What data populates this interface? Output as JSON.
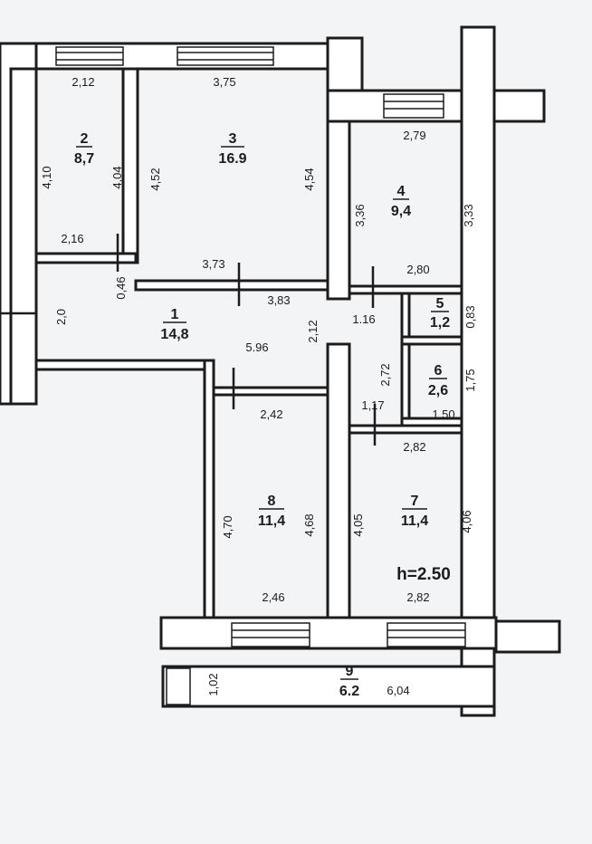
{
  "rooms": [
    {
      "id": "1",
      "area": "14,8"
    },
    {
      "id": "2",
      "area": "8,7"
    },
    {
      "id": "3",
      "area": "16.9"
    },
    {
      "id": "4",
      "area": "9,4"
    },
    {
      "id": "5",
      "area": "1,2"
    },
    {
      "id": "6",
      "area": "2,6"
    },
    {
      "id": "7",
      "area": "11,4"
    },
    {
      "id": "8",
      "area": "11,4"
    },
    {
      "id": "9",
      "area": "6.2"
    }
  ],
  "dimensions": {
    "r2_top": "2,12",
    "r2_left": "4,10",
    "r2_right": "4,04",
    "r2_bottom": "2,16",
    "r3_top": "3,75",
    "r3_left": "4,52",
    "r3_right": "4,54",
    "r3_bottom": "3,73",
    "r4_top": "2,79",
    "r4_left": "3,36",
    "r4_right": "3,33",
    "r4_bottom": "2,80",
    "c_046": "0,46",
    "c_20": "2,0",
    "c_383": "3,83",
    "c_596": "5.96",
    "c_212": "2,12",
    "c_116": "1.16",
    "r5_right": "0,83",
    "c_272": "2,72",
    "c_117": "1,17",
    "r6_bottom": "1.50",
    "r6_right": "1,75",
    "r8_top": "2,42",
    "r8_left": "4,70",
    "r8_right": "4,68",
    "r8_bottom": "2,46",
    "r7_top": "2,82",
    "r7_left": "4,05",
    "r7_right": "4,06",
    "r7_bottom": "2,82",
    "r9_left": "1,02",
    "r9_len": "6,04"
  },
  "ceiling_height": "h=2.50"
}
